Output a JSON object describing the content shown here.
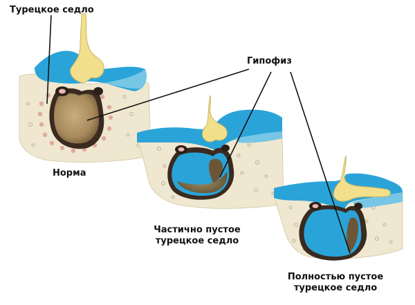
{
  "labels": {
    "sella_turcica": "Турецкое седло",
    "pituitary": "Гипофиз",
    "normal": "Норма",
    "partial_line1": "Частично пустое",
    "partial_line2": "турецкое седло",
    "full_line1": "Полностью пустое",
    "full_line2": "турецкое седло"
  },
  "colors": {
    "bone": "#efe7cf",
    "bone_edge": "#d8cfae",
    "pore": "#b9b09a",
    "dots": "#e2a9a0",
    "csf_blue": "#2aa4d8",
    "csf_light": "#78c6e6",
    "stalk_yellow": "#f1df8c",
    "gland_brown": "#b79a6c",
    "gland_dark": "#6d5638",
    "wall_dark": "#3a2a20",
    "pink": "#e9b6b0"
  }
}
